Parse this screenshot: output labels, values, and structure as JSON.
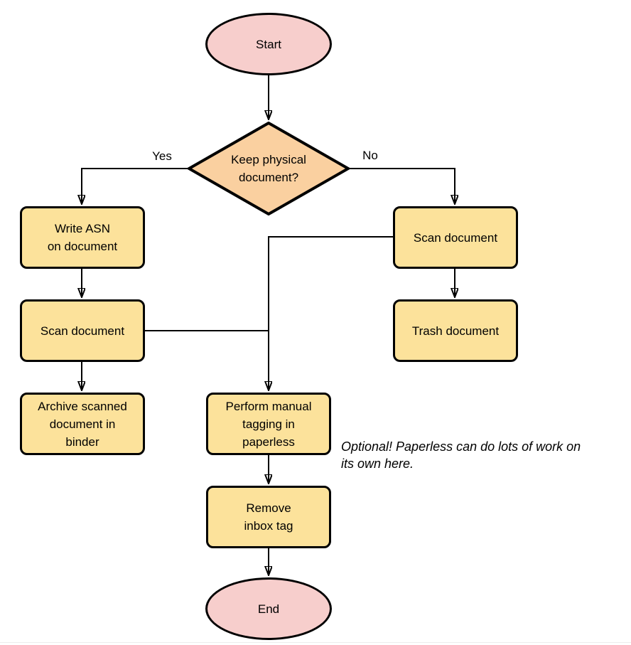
{
  "palette": {
    "pink": "#F7CECC",
    "orange": "#FAD0A0",
    "yellow": "#FCE29B",
    "stroke": "#000000",
    "bottom_line": "#EDEDED"
  },
  "nodes": {
    "start": {
      "label": "Start",
      "type": "ellipse"
    },
    "decision": {
      "label": "Keep physical\ndocument?",
      "type": "diamond"
    },
    "write_asn": {
      "label": "Write ASN\non document",
      "type": "process"
    },
    "scan_left": {
      "label": "Scan document",
      "type": "process"
    },
    "archive": {
      "label": "Archive scanned\ndocument in\nbinder",
      "type": "process"
    },
    "scan_right": {
      "label": "Scan document",
      "type": "process"
    },
    "trash": {
      "label": "Trash document",
      "type": "process"
    },
    "tagging": {
      "label": "Perform manual\ntagging in\npaperless",
      "type": "process"
    },
    "remove_inbox": {
      "label": "Remove\ninbox tag",
      "type": "process"
    },
    "end": {
      "label": "End",
      "type": "ellipse"
    }
  },
  "edge_labels": {
    "yes": "Yes",
    "no": "No"
  },
  "note": {
    "text": "Optional! Paperless can do lots of work on\nits own here."
  }
}
